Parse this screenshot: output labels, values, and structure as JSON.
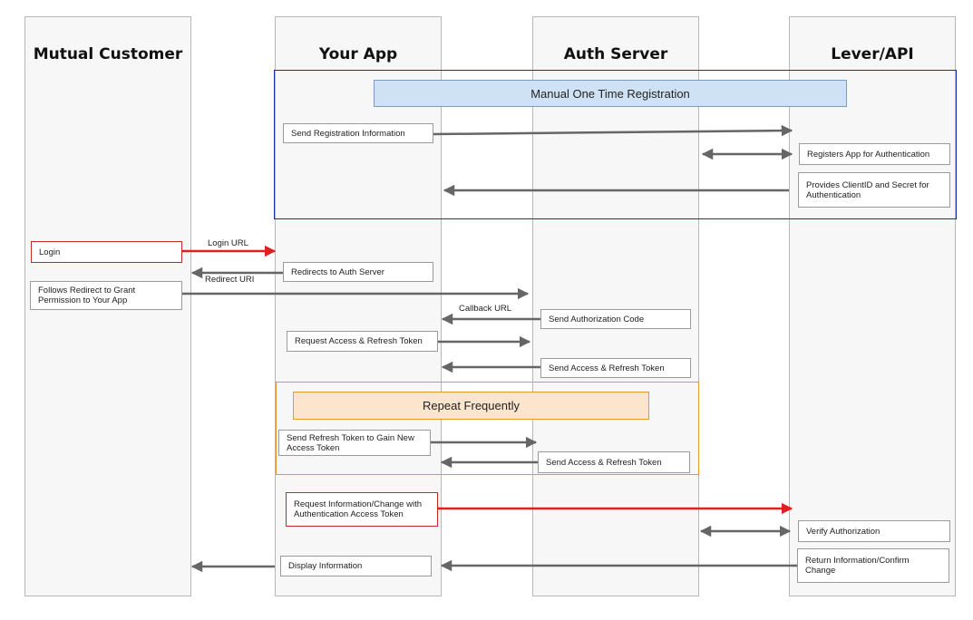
{
  "lanes": {
    "customer": "Mutual Customer",
    "app": "Your App",
    "auth": "Auth Server",
    "lever": "Lever/API"
  },
  "groups": {
    "registration_title": "Manual One Time Registration",
    "repeat_title": "Repeat Frequently"
  },
  "notes": {
    "send_registration": "Send Registration Information",
    "registers_app": "Registers App for Authentication",
    "provides_client": "Provides ClientID and Secret for Authentication",
    "login": "Login",
    "redirects_auth": "Redirects to Auth Server",
    "follows_redirect": "Follows Redirect to Grant Permission to Your App",
    "send_auth_code": "Send Authorization Code",
    "request_access_refresh": "Request Access & Refresh Token",
    "send_access_refresh_1": "Send Access & Refresh Token",
    "send_refresh_gain": "Send Refresh Token to Gain New Access Token",
    "send_access_refresh_2": "Send Access & Refresh Token",
    "request_info_change": "Request Information/Change with Authentication Access Token",
    "verify_authorization": "Verify Authorization",
    "return_info": "Return Information/Confirm Change",
    "display_info": "Display Information"
  },
  "labels": {
    "login_url": "Login URL",
    "redirect_uri": "Redirect  URI",
    "callback_url": "Callback URL"
  },
  "colors": {
    "arrow_gray": "#666666",
    "arrow_red": "#e02020",
    "registration_border": "#1a2fa0",
    "registration_fill": "#cfe2f3",
    "repeat_border": "#e69a2e",
    "repeat_fill": "#fce5cd"
  }
}
